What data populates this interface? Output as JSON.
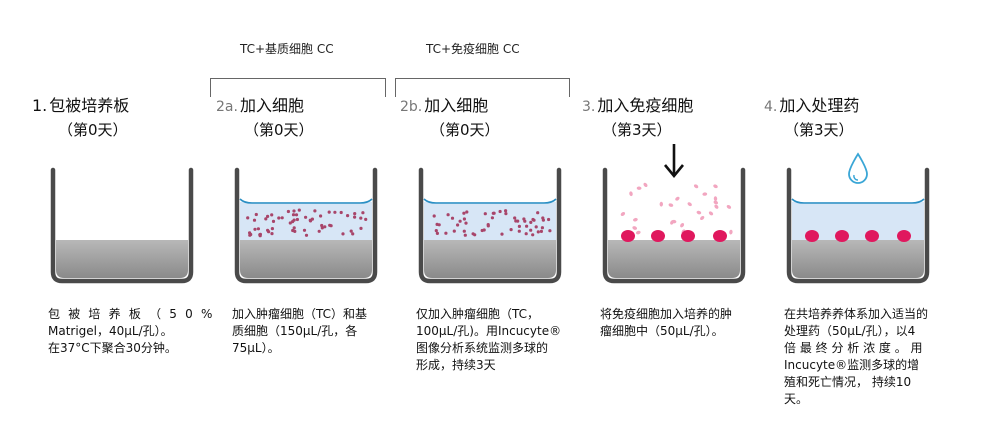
{
  "headers": {
    "tc_basal": "TC+基质细胞 CC",
    "tc_immune": "TC+免疫细胞 CC"
  },
  "steps": [
    {
      "num": "1.",
      "title": "包被培养板",
      "day": "（第0天）",
      "desc": [
        "包 被 培 养 板 （ 5 0 %",
        "Matrigel，40μL/孔）。",
        "在37°C下聚合30分钟。"
      ]
    },
    {
      "num": "2a.",
      "title": "加入细胞",
      "day": "（第0天）",
      "desc": [
        "加入肿瘤细胞（TC）和基",
        "质细胞（150μL/孔，各",
        "75μL）。"
      ]
    },
    {
      "num": "2b.",
      "title": "加入细胞",
      "day": "（第0天）",
      "desc": [
        "仅加入肿瘤细胞（TC，",
        "100μL/孔)。用Incucyte®",
        "图像分析系统监测多球的",
        "形成，持续3天"
      ]
    },
    {
      "num": "3.",
      "title": "加入免疫细胞",
      "day": "（第3天）",
      "desc": [
        "将免疫细胞加入培养的肿",
        "瘤细胞中（50μL/孔）。"
      ]
    },
    {
      "num": "4.",
      "title": "加入处理药",
      "day": "（第3天）",
      "desc": [
        "在共培养养体系加入适当的",
        "处理药（50μL/孔），以4",
        "倍 最 终 分 析 浓 度 。 用",
        "Incucyte®监测多球的增",
        "殖和死亡情况，  持续10",
        "天。"
      ]
    }
  ],
  "colors": {
    "gel_top": "#b8b8b8",
    "gel_bottom": "#8a8a8a",
    "medium": "#d7e6f6",
    "meniscus": "#2a8fc4",
    "tumor_cell": "#a8456a",
    "immune_cell": "#f2a6c0",
    "spheroid": "#e0185e",
    "drop": "#3aa6d6"
  },
  "icons": [
    "down-arrow-icon",
    "droplet-icon"
  ]
}
